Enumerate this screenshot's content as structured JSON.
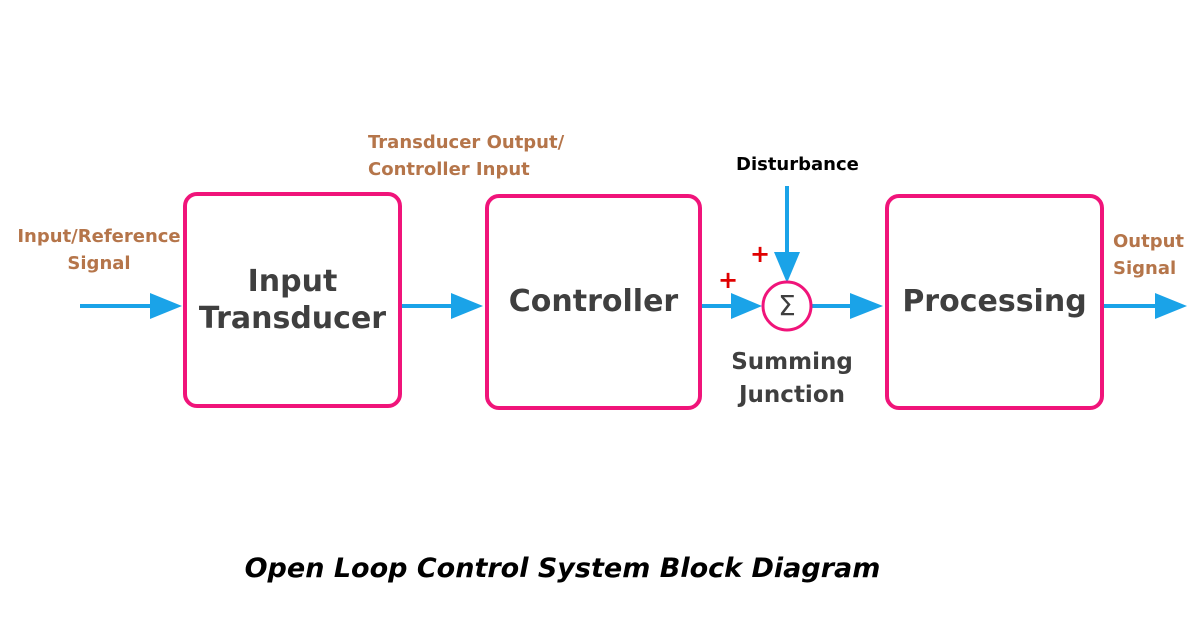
{
  "diagram": {
    "caption": "Open Loop Control System Block Diagram",
    "colors": {
      "block_border": "#f0147a",
      "arrow": "#1aa3e8",
      "block_text": "#3f3f3f",
      "signal_label": "#b5754a",
      "sign": "#e00000"
    },
    "input_signal": {
      "line1": "Input/Reference",
      "line2": "Signal"
    },
    "blocks": {
      "input_transducer": {
        "line1": "Input",
        "line2": "Transducer"
      },
      "controller": {
        "label": "Controller"
      },
      "processing": {
        "label": "Processing"
      }
    },
    "transducer_output": {
      "line1": "Transducer Output/",
      "line2": "Controller Input"
    },
    "disturbance": "Disturbance",
    "signs": {
      "controller_sign": "+",
      "disturbance_sign": "+"
    },
    "summing_junction": {
      "symbol": "Σ",
      "line1": "Summing",
      "line2": "Junction"
    },
    "output_signal": {
      "line1": "Output",
      "line2": "Signal"
    }
  }
}
